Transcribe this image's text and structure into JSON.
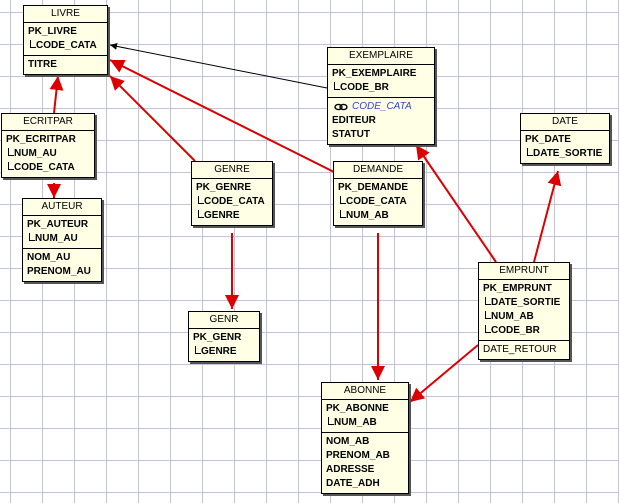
{
  "colors": {
    "relation": "#dd0000",
    "reference": "#000000",
    "entity_fill": "#ffffe6",
    "grid": "#c3c3dc",
    "foreign_field": "#3344cc"
  },
  "entities": {
    "livre": {
      "name": "LIVRE",
      "pk": "PK_LIVRE",
      "keys": [
        "CODE_CATA"
      ],
      "fields": [
        "TITRE"
      ]
    },
    "exemplaire": {
      "name": "EXEMPLAIRE",
      "pk": "PK_EXEMPLAIRE",
      "keys": [
        "CODE_BR"
      ],
      "foreign": "CODE_CATA",
      "fields": [
        "EDITEUR",
        "STATUT"
      ]
    },
    "date": {
      "name": "DATE",
      "pk": "PK_DATE",
      "keys": [
        "DATE_SORTIE"
      ],
      "fields": []
    },
    "ecritpar": {
      "name": "ECRITPAR",
      "pk": "PK_ECRITPAR",
      "keys": [
        "NUM_AU",
        "CODE_CATA"
      ],
      "fields": []
    },
    "genre": {
      "name": "GENRE",
      "pk": "PK_GENRE",
      "keys": [
        "CODE_CATA",
        "GENRE"
      ],
      "fields": []
    },
    "demande": {
      "name": "DEMANDE",
      "pk": "PK_DEMANDE",
      "keys": [
        "CODE_CATA",
        "NUM_AB"
      ],
      "fields": []
    },
    "auteur": {
      "name": "AUTEUR",
      "pk": "PK_AUTEUR",
      "keys": [
        "NUM_AU"
      ],
      "fields": [
        "NOM_AU",
        "PRENOM_AU"
      ]
    },
    "emprunt": {
      "name": "EMPRUNT",
      "pk": "PK_EMPRUNT",
      "keys": [
        "DATE_SORTIE",
        "NUM_AB",
        "CODE_BR"
      ],
      "fields": [
        "DATE_RETOUR"
      ]
    },
    "genr": {
      "name": "GENR",
      "pk": "PK_GENR",
      "keys": [
        "GENRE"
      ],
      "fields": []
    },
    "abonne": {
      "name": "ABONNE",
      "pk": "PK_ABONNE",
      "keys": [
        "NUM_AB"
      ],
      "fields": [
        "NOM_AB",
        "PRENOM_AB",
        "ADRESSE",
        "DATE_ADH"
      ]
    }
  },
  "relations": [
    {
      "from": "exemplaire",
      "to": "livre",
      "style": "reference"
    },
    {
      "from": "ecritpar",
      "to": "livre",
      "style": "relation"
    },
    {
      "from": "ecritpar",
      "to": "auteur",
      "style": "relation"
    },
    {
      "from": "genre",
      "to": "livre",
      "style": "relation"
    },
    {
      "from": "genre",
      "to": "genr",
      "style": "relation"
    },
    {
      "from": "demande",
      "to": "livre",
      "style": "relation"
    },
    {
      "from": "demande",
      "to": "abonne",
      "style": "relation"
    },
    {
      "from": "emprunt",
      "to": "exemplaire",
      "style": "relation"
    },
    {
      "from": "emprunt",
      "to": "date",
      "style": "relation"
    },
    {
      "from": "emprunt",
      "to": "abonne",
      "style": "relation"
    }
  ]
}
